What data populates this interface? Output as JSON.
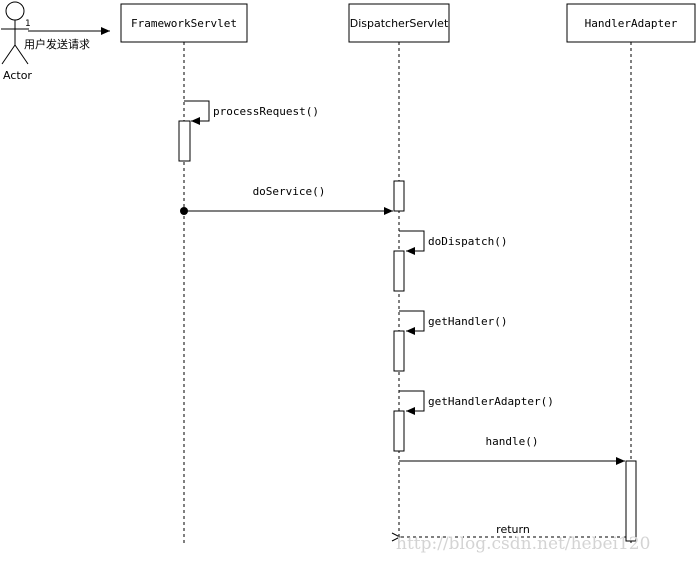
{
  "actor": {
    "name": "Actor",
    "message_number": "1",
    "message_label": "用户发送请求"
  },
  "participants": [
    {
      "id": "framework",
      "label": "FrameworkServlet"
    },
    {
      "id": "dispatcher",
      "label": "DispatcherServlet"
    },
    {
      "id": "adapter",
      "label": "HandlerAdapter"
    }
  ],
  "messages": {
    "processRequest": "processRequest()",
    "doService": "doService()",
    "doDispatch": "doDispatch()",
    "getHandler": "getHandler()",
    "getHandlerAdapter": "getHandlerAdapter()",
    "handle": "handle()",
    "return": "return"
  },
  "watermark": "http://blog.csdn.net/hebei120"
}
